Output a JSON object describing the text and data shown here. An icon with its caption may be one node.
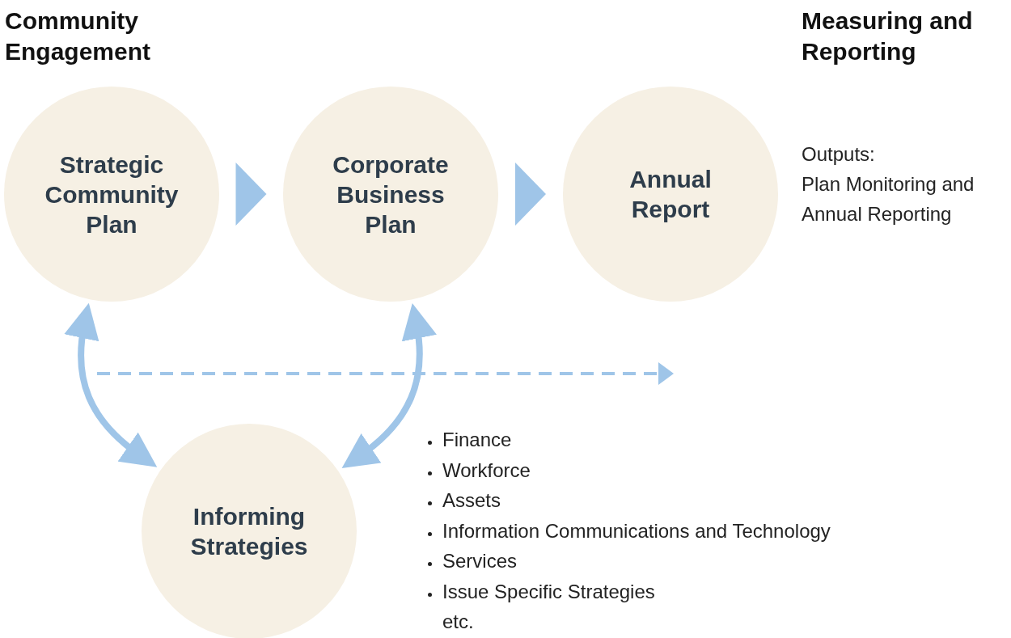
{
  "diagram": {
    "nodes": [
      {
        "text": [
          "Strategic Community Plan"
        ]
      },
      {
        "text": [
          "Corporate Business Plan"
        ]
      },
      {
        "text": [
          "Annual Report"
        ],
        "beside": [
          "Outputs:",
          "Plan Monitoring and Annual Reporting"
        ]
      },
      {
        "text": [
          "Informing Strategies"
        ]
      }
    ],
    "edges": [
      {
        "from": 0,
        "to": 1,
        "arrow": "to"
      },
      {
        "from": 1,
        "to": 2,
        "arrow": "to"
      },
      {
        "from": 0,
        "to": 3,
        "arrow": "both"
      },
      {
        "from": 1,
        "to": 3,
        "arrow": "both"
      }
    ],
    "labels": [
      "Community Engagement",
      "Measuring and Reporting",
      "Finance",
      "Workforce",
      "Assets",
      "Information Communications and Technology",
      "Services",
      "Issue Specific Strategies",
      "etc."
    ]
  }
}
